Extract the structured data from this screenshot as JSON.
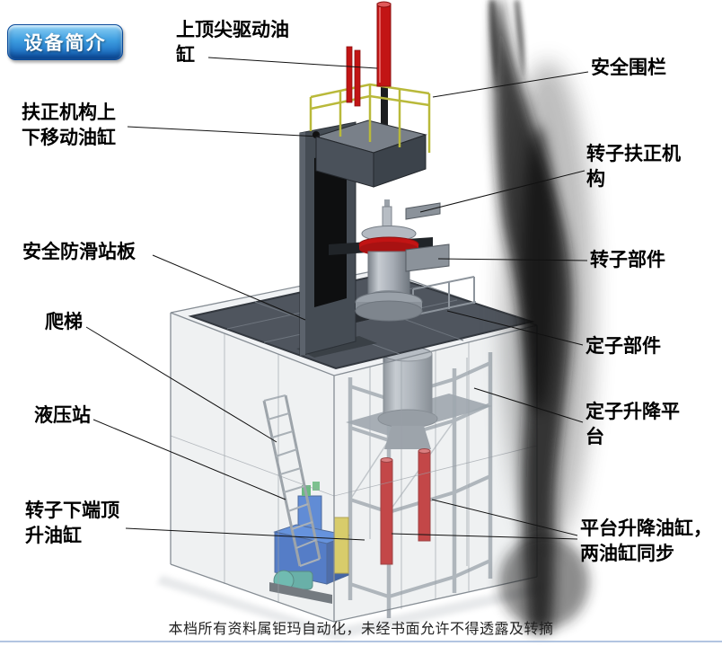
{
  "badge": {
    "label": "设备简介"
  },
  "callouts": {
    "top_spindle_cylinder": "上顶尖驱动油\n缸",
    "safety_fence": "安全围栏",
    "centering_lift_cylinder": "扶正机构上\n下移动油缸",
    "rotor_centering_mechanism": "转子扶正机\n构",
    "anti_slip_platform": "安全防滑站板",
    "rotor_part": "转子部件",
    "ladder": "爬梯",
    "stator_part": "定子部件",
    "hydraulic_station": "液压站",
    "stator_lift_platform": "定子升降平\n台",
    "rotor_bottom_jack_cylinder": "转子下端顶\n升油缸",
    "platform_lift_cylinders": "平台升降油缸，\n两油缸同步"
  },
  "footer": {
    "text": "本档所有资料属钜玛自动化，未经书面允许不得透露及转摘"
  },
  "colors": {
    "cylinder_red": "#c21414",
    "railing_yellow": "#b9b93a",
    "hydraulic_blue": "#1d55c0",
    "pump_yellow": "#e0cc44",
    "motor_teal": "#3a9f92",
    "badge_top": "#8ed0f5",
    "badge_bottom": "#0f5bb5",
    "platform_gray": "#4f555e",
    "frame_gray": "#a7adb4"
  }
}
